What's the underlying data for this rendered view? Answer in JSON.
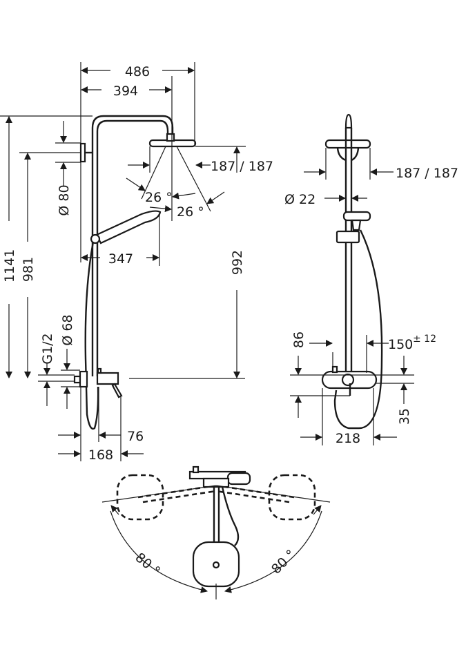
{
  "front_view": {
    "width_total": "486",
    "width_arm": "394",
    "height_total": "1141",
    "height_bracket": "981",
    "bracket_diameter": "Ø 80",
    "head_height": "992",
    "head_size": "187 / 187",
    "spray_angle_left": "26 °",
    "spray_angle_right": "26 °",
    "handshower_reach": "347",
    "connection_thread": "G1/2",
    "rosette_diameter": "Ø 68",
    "mixer_projection": "76",
    "mixer_depth": "168"
  },
  "side_view": {
    "head_size": "187 / 187",
    "pipe_diameter": "Ø 22",
    "mixer_offset": "86",
    "connection_spacing": "150",
    "connection_tolerance": "± 12",
    "outlet_drop": "35",
    "mixer_width": "218"
  },
  "top_view": {
    "swivel_left": "80 °",
    "swivel_right": "80 °"
  }
}
